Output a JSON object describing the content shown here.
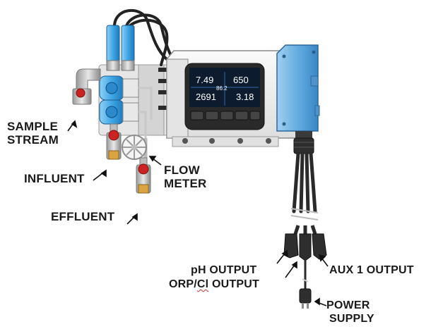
{
  "labels": {
    "sample_stream_line1": "SAMPLE",
    "sample_stream_line2": "STREAM",
    "influent": "INFLUENT",
    "effluent": "EFFLUENT",
    "flow_meter_line1": "FLOW",
    "flow_meter_line2": "METER",
    "ph_output": "pH OUTPUT",
    "orp_cl_output_prefix": "ORP/",
    "orp_cl_output_marked": "Cl",
    "orp_cl_output_suffix": " OUTPUT",
    "aux1_output": "AUX 1 OUTPUT",
    "power_supply_line1": "POWER",
    "power_supply_line2": "SUPPLY"
  },
  "display": {
    "reading_top_left": "7.49",
    "reading_top_right": "650",
    "reading_center": "86.2",
    "reading_bottom_left": "2691",
    "reading_bottom_right": "3.18"
  },
  "colors": {
    "controller_body": "#f2f2f2",
    "blue_panel": "#5aa6dc",
    "sensor_blue": "#3fa7e6",
    "valve_red": "#cc2222",
    "screen_bg": "#0d1b2e",
    "cable": "#2a2a2a"
  }
}
